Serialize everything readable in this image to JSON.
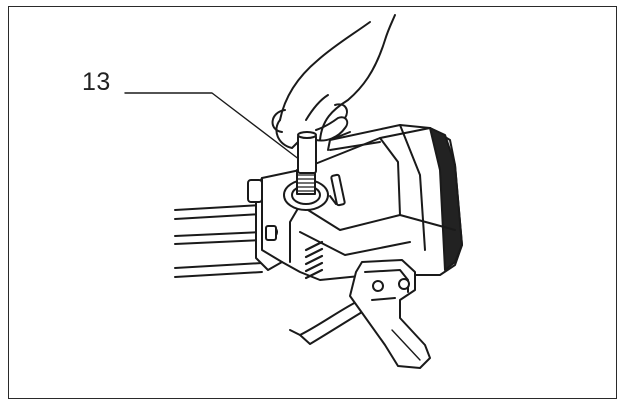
{
  "diagram": {
    "callout_number": "13",
    "colors": {
      "line": "#1a1a1a",
      "fill": "#ffffff",
      "shade": "#222222",
      "frame": "#2a2a2a"
    },
    "icons": [
      "tool-body",
      "hand",
      "rod",
      "cord",
      "grip-handle"
    ]
  }
}
